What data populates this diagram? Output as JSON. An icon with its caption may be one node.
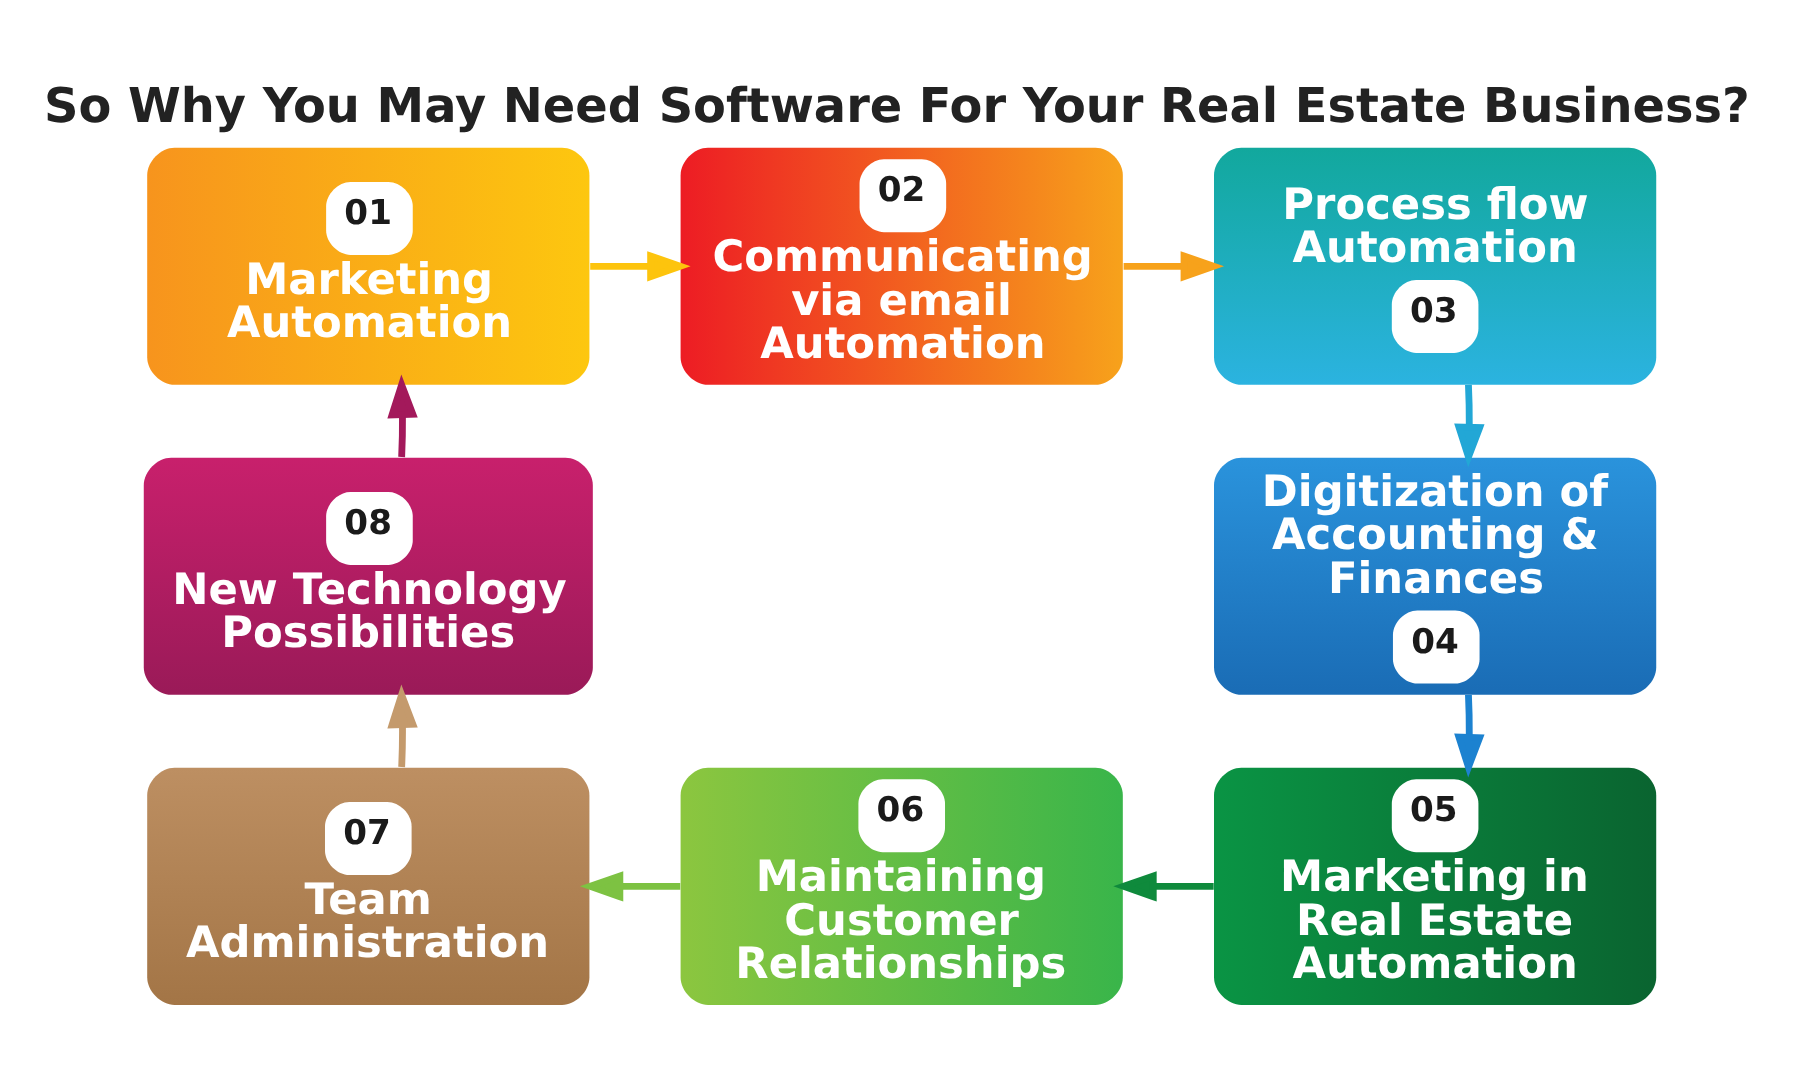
{
  "diagram": {
    "title": "So Why You May Need Software For Your Real Estate Business?",
    "nodes": [
      {
        "text": [
          "01",
          "Marketing Automation"
        ]
      },
      {
        "text": [
          "02",
          "Communicating via email Automation"
        ]
      },
      {
        "text": [
          "Process flow Automation",
          "03"
        ]
      },
      {
        "text": [
          "Digitization of Accounting & Finances",
          "04"
        ]
      },
      {
        "text": [
          "05",
          "Marketing in Real Estate Automation"
        ]
      },
      {
        "text": [
          "06",
          "Maintaining Customer Relationships"
        ]
      },
      {
        "text": [
          "07",
          "Team Administration"
        ]
      },
      {
        "text": [
          "08",
          "New Technology Possibilities"
        ]
      }
    ],
    "edges": [
      {
        "from": 0,
        "to": 1,
        "arrow": "to",
        "color": "#fdc40d"
      },
      {
        "from": 1,
        "to": 2,
        "arrow": "to",
        "color": "#f7a21b"
      },
      {
        "from": 2,
        "to": 3,
        "arrow": "to",
        "color": "#22a7d6"
      },
      {
        "from": 3,
        "to": 4,
        "arrow": "to",
        "color": "#1c82d0"
      },
      {
        "from": 4,
        "to": 5,
        "arrow": "to",
        "color": "#0f8a3c"
      },
      {
        "from": 5,
        "to": 6,
        "arrow": "to",
        "color": "#7dc242"
      },
      {
        "from": 6,
        "to": 7,
        "arrow": "to",
        "color": "#c49a6c"
      },
      {
        "from": 7,
        "to": 0,
        "arrow": "to",
        "color": "#a3195b"
      }
    ]
  }
}
